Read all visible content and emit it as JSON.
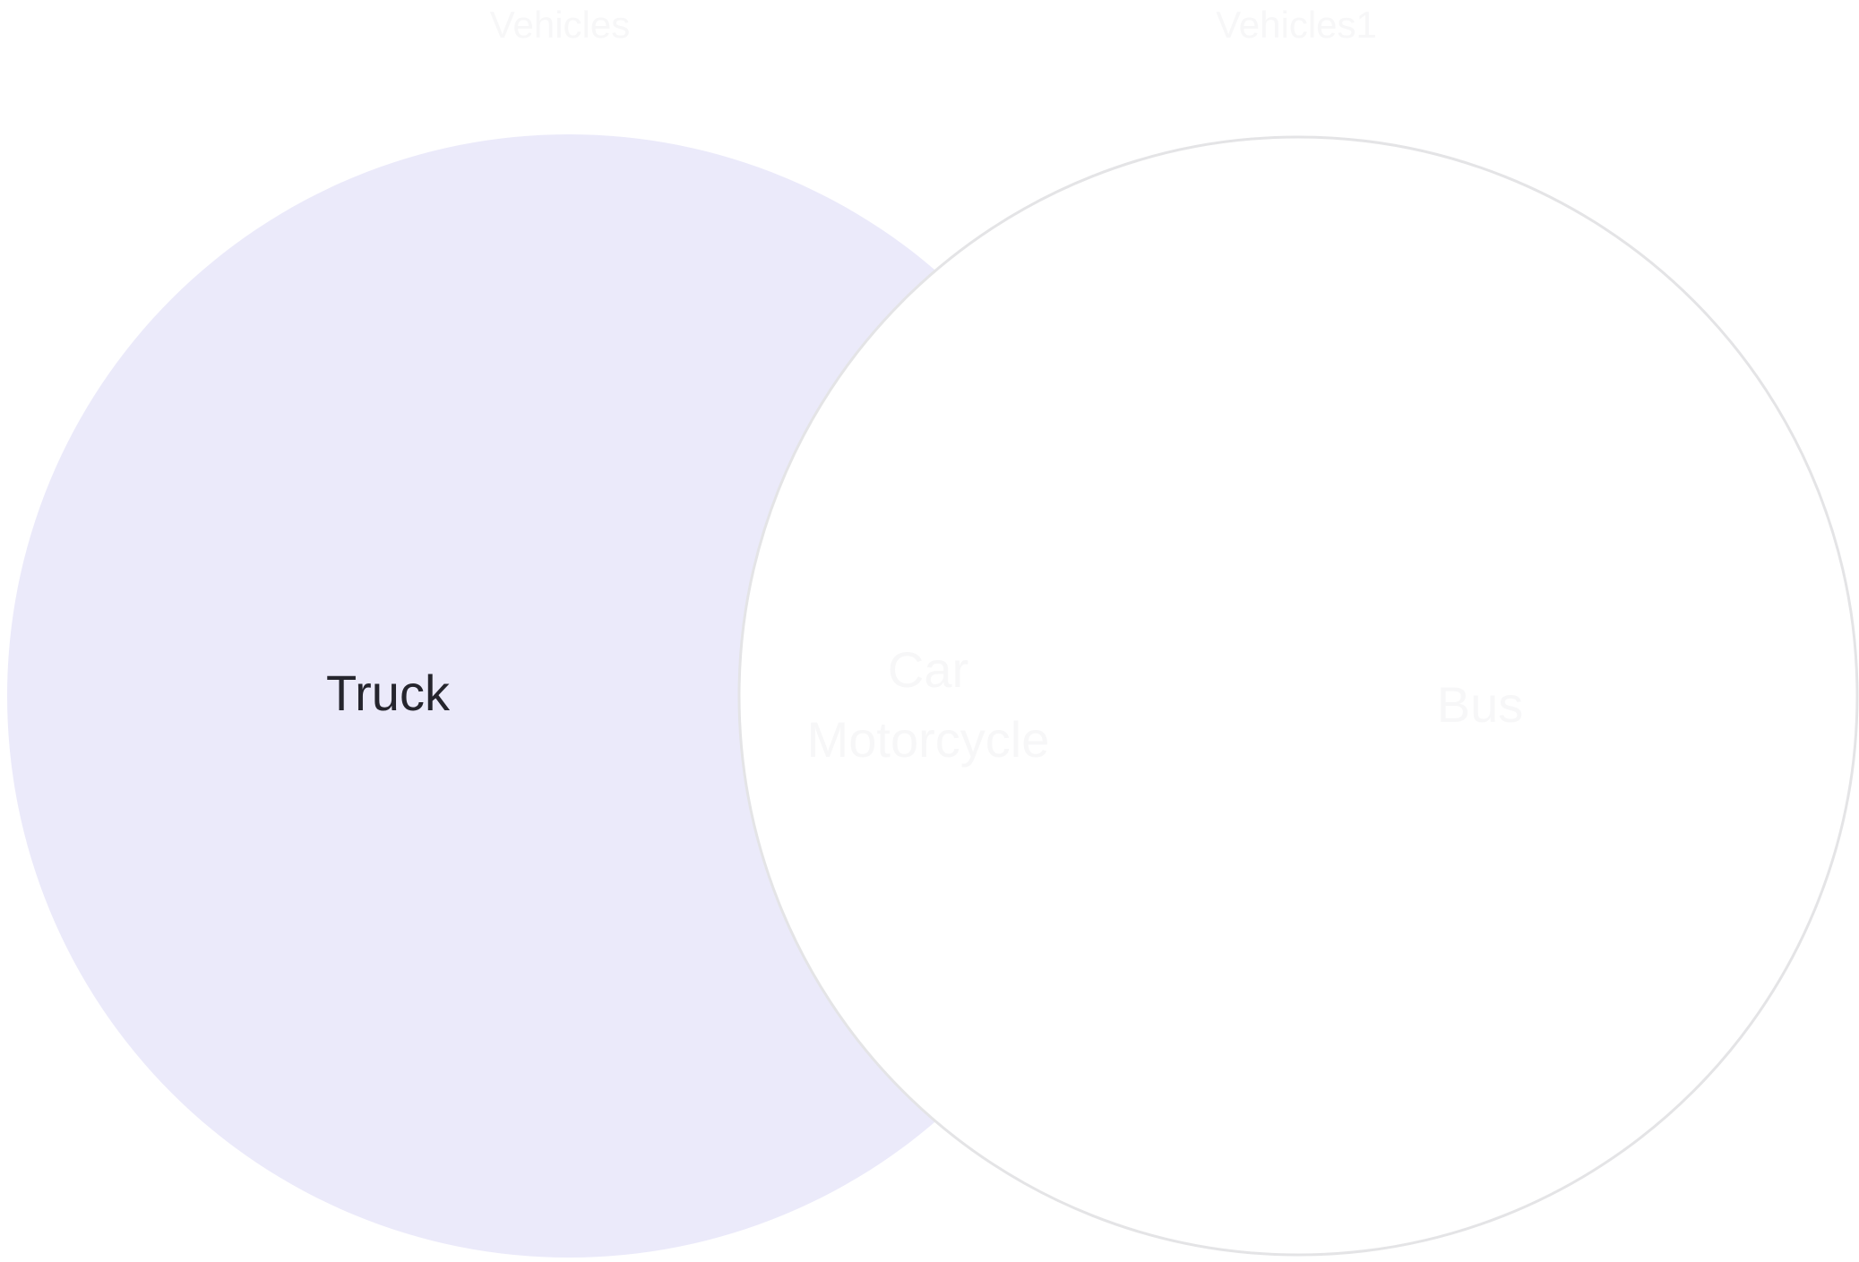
{
  "diagram": {
    "type": "venn",
    "sets": [
      {
        "title": "Vehicles",
        "only_items": [
          "Truck"
        ],
        "highlighted": true
      },
      {
        "title": "Vehicles1",
        "only_items": [
          "Bus"
        ],
        "highlighted": false
      }
    ],
    "intersection_items": [
      "Car",
      "Motorcycle"
    ]
  },
  "colors": {
    "highlight_fill": "#EBEAFA",
    "outline": "#E4E4E6",
    "active_text": "#25252D",
    "faint_text": "#F6F6F7"
  }
}
